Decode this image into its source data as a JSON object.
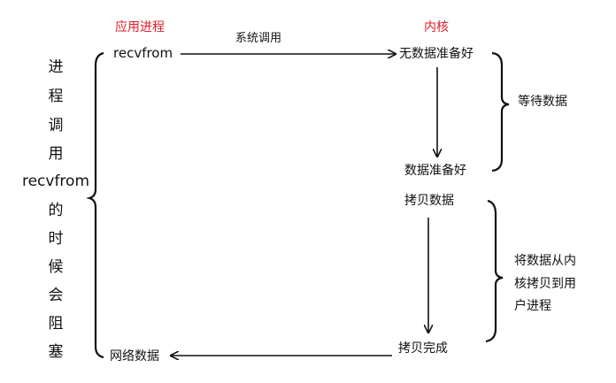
{
  "headers": {
    "app_process": "应用进程",
    "kernel": "内核"
  },
  "left_label_chars": [
    "进",
    "程",
    "调",
    "用",
    "recvfrom",
    "的",
    "时",
    "候",
    "会",
    "阻",
    "塞"
  ],
  "app_side": {
    "recvfrom": "recvfrom",
    "network_data": "网络数据"
  },
  "call_label": "系统调用",
  "kernel_side": {
    "no_data_ready": "无数据准备好",
    "data_ready": "数据准备好",
    "copy_data": "拷贝数据",
    "copy_done": "拷贝完成"
  },
  "right_labels": {
    "wait_data": "等待数据",
    "copy_desc_lines": [
      "将数据从内",
      "核拷贝到用",
      "户进程"
    ]
  },
  "colors": {
    "header": "#e0202a",
    "ink": "#111111"
  }
}
